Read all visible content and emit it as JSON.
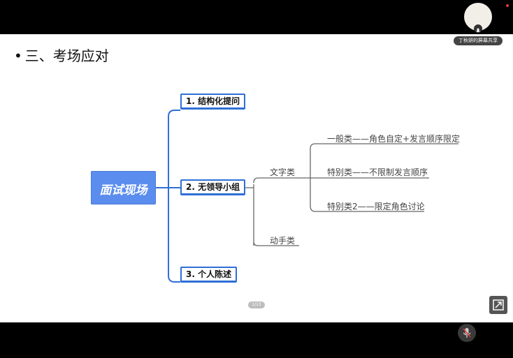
{
  "slide": {
    "title_bullet": "•",
    "title": "三、考场应对",
    "root": "面试现场",
    "branches": [
      "1. 结构化提问",
      "2. 无领导小组",
      "3. 个人陈述"
    ],
    "sub_branches": [
      "文字类",
      "动手类"
    ],
    "leaves": [
      "一般类——角色自定+发言顺序限定",
      "特别类——不限制发言顺序",
      "特别类2——限定角色讨论"
    ],
    "page_indicator": "1/13"
  },
  "overlay": {
    "share_label": "丁秋妍的屏幕共享"
  },
  "icons": {
    "avatar": "avatar",
    "mic_badge": "mic-icon",
    "fullscreen": "fullscreen-icon",
    "mic_button": "microphone-muted-icon"
  },
  "colors": {
    "root_fill": "#5b8def",
    "branch_border": "#2f6fd6",
    "connector": "#2f6fd6",
    "leaf_line": "#555555"
  }
}
